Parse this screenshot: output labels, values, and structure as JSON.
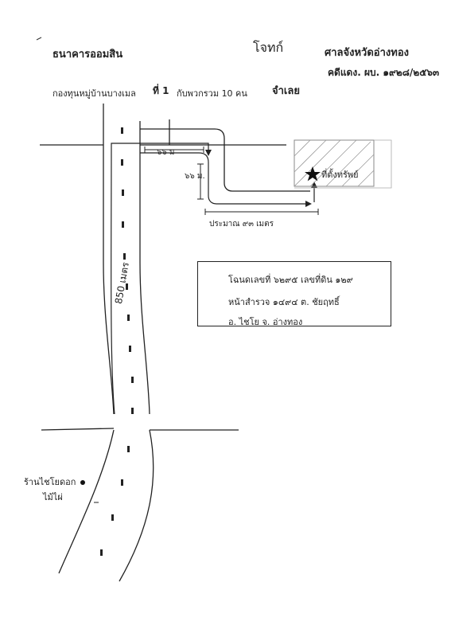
{
  "header": {
    "bank_name": "ธนาคารออมสิน",
    "plaintiff_label": "โจทก์",
    "court_name": "ศาลจังหวัดอ่างทอง",
    "case_number": "คดีแดง. ผบ. ๑๙๒๘/๒๕๖๓",
    "fund_name": "กองทุนหมู่บ้านบางเมล",
    "fund_number": "ที่ 1",
    "fund_committee": "กับพวกรวม 10 คน",
    "defendant_label": "จำเลย"
  },
  "map": {
    "dist_top": "๖๖ ม",
    "dist_side": "๖๖ ม.",
    "dist_bottom": "ประมาณ ๙๓ เมตร",
    "location_label": "ที่ตั้งทรัพย์",
    "road_distance": "850 เมตร",
    "shop_label_line1": "ร้านไชโยดอก",
    "shop_label_line2": "ไม้ไผ่"
  },
  "property_info": {
    "deed_line": "โฉนดเลขที่ ๖๒๙๕ เลขที่ดิน ๑๒๙",
    "survey_line": "หน้าสำรวจ ๑๔๙๔ ต. ชัยฤทธิ์",
    "district_line": "อ. ไชโย จ. อ่างทอง"
  }
}
